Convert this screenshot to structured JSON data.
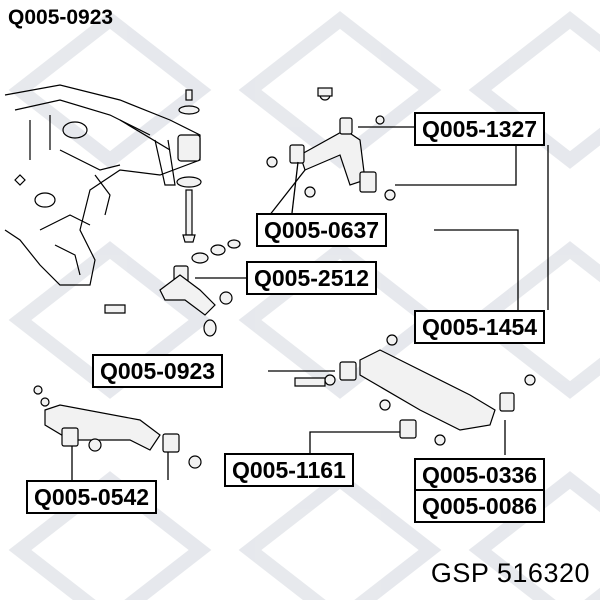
{
  "title": "Q005-0923",
  "footer": "GSP 516320",
  "labels": [
    {
      "id": "label-q005-1327",
      "text": "Q005-1327"
    },
    {
      "id": "label-q005-0637",
      "text": "Q005-0637"
    },
    {
      "id": "label-q005-2512",
      "text": "Q005-2512"
    },
    {
      "id": "label-q005-1454",
      "text": "Q005-1454"
    },
    {
      "id": "label-q005-0923",
      "text": "Q005-0923"
    },
    {
      "id": "label-q005-1161",
      "text": "Q005-1161"
    },
    {
      "id": "label-q005-0336",
      "text": "Q005-0336"
    },
    {
      "id": "label-q005-0542",
      "text": "Q005-0542"
    },
    {
      "id": "label-q005-0086",
      "text": "Q005-0086"
    }
  ],
  "colors": {
    "line": "#000000",
    "watermark": "#c8ccd6",
    "part_fill": "#f2f2f2"
  }
}
